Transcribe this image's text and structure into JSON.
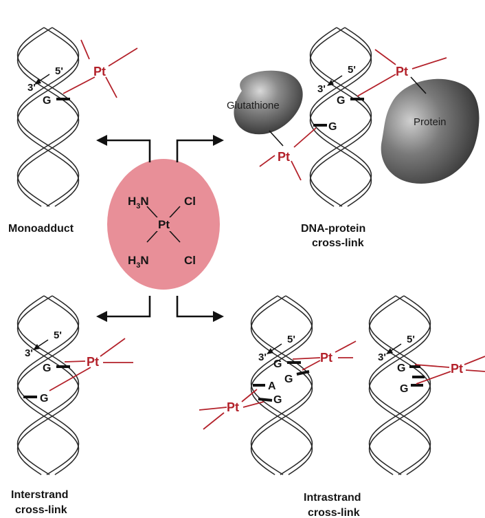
{
  "center": {
    "ligand_tl": "H3N",
    "ligand_bl": "H3N",
    "ligand_tr": "Cl",
    "ligand_br": "Cl",
    "metal": "Pt",
    "fill_color": "#e88f98"
  },
  "strand_labels": {
    "five_prime": "5'",
    "three_prime": "3'"
  },
  "bases": {
    "g": "G",
    "a": "A"
  },
  "metal": "Pt",
  "monoadduct": {
    "caption": "Monoadduct"
  },
  "dna_protein": {
    "caption_line1": "DNA-protein",
    "caption_line2": "cross-link",
    "glutathione": "Glutathione",
    "protein": "Protein"
  },
  "interstrand": {
    "caption_line1": "Interstrand",
    "caption_line2": "cross-link"
  },
  "intrastrand": {
    "caption_line1": "Intrastrand",
    "caption_line2": "cross-link"
  },
  "colors": {
    "platinum_red": "#b3212a",
    "strand": "#2a2a2a",
    "blob": "#4a4a4a"
  }
}
